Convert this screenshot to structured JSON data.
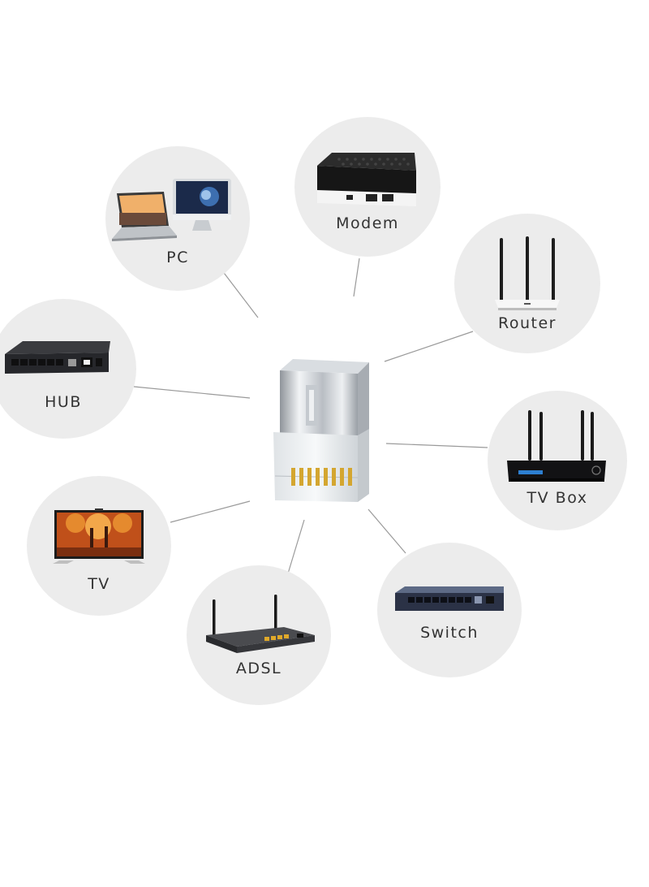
{
  "devices": {
    "pc": {
      "label": "PC",
      "icon": "pc-icon"
    },
    "modem": {
      "label": "Modem",
      "icon": "modem-icon"
    },
    "router": {
      "label": "Router",
      "icon": "router-icon"
    },
    "hub": {
      "label": "HUB",
      "icon": "hub-icon"
    },
    "tv_box": {
      "label": "TV Box",
      "icon": "tv-box-icon"
    },
    "tv": {
      "label": "TV",
      "icon": "tv-icon"
    },
    "switch": {
      "label": "Switch",
      "icon": "switch-icon"
    },
    "adsl": {
      "label": "ADSL",
      "icon": "adsl-icon"
    }
  },
  "center": {
    "icon": "rj45-connector-icon"
  },
  "colors": {
    "bubble": "#ececec",
    "label": "#333333",
    "line": "#9a9a9a",
    "device_dark": "#2e2f33",
    "gold": "#d4a630"
  }
}
